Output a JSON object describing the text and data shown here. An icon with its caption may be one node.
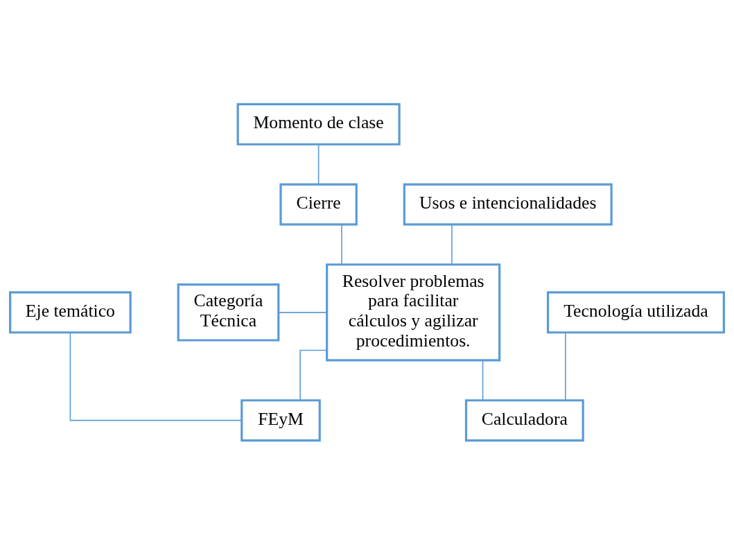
{
  "diagram": {
    "nodes": [
      {
        "text": [
          "Momento de clase"
        ]
      },
      {
        "text": [
          "Cierre"
        ]
      },
      {
        "text": [
          "Usos e intencionalidades"
        ]
      },
      {
        "text": [
          "Categoría Técnica"
        ]
      },
      {
        "text": [
          "Resolver problemas para facilitar cálculos y agilizar procedimientos."
        ]
      },
      {
        "text": [
          "Eje temático"
        ]
      },
      {
        "text": [
          "Tecnología utilizada"
        ]
      },
      {
        "text": [
          "FEyM"
        ]
      },
      {
        "text": [
          "Calculadora"
        ]
      }
    ],
    "edges": [
      {
        "from": 0,
        "to": 1,
        "arrow": "none"
      },
      {
        "from": 1,
        "to": 4,
        "arrow": "none"
      },
      {
        "from": 2,
        "to": 4,
        "arrow": "none"
      },
      {
        "from": 3,
        "to": 4,
        "arrow": "none"
      },
      {
        "from": 4,
        "to": 7,
        "arrow": "none"
      },
      {
        "from": 4,
        "to": 8,
        "arrow": "none"
      },
      {
        "from": 5,
        "to": 7,
        "arrow": "none"
      },
      {
        "from": 6,
        "to": 8,
        "arrow": "none"
      }
    ]
  }
}
